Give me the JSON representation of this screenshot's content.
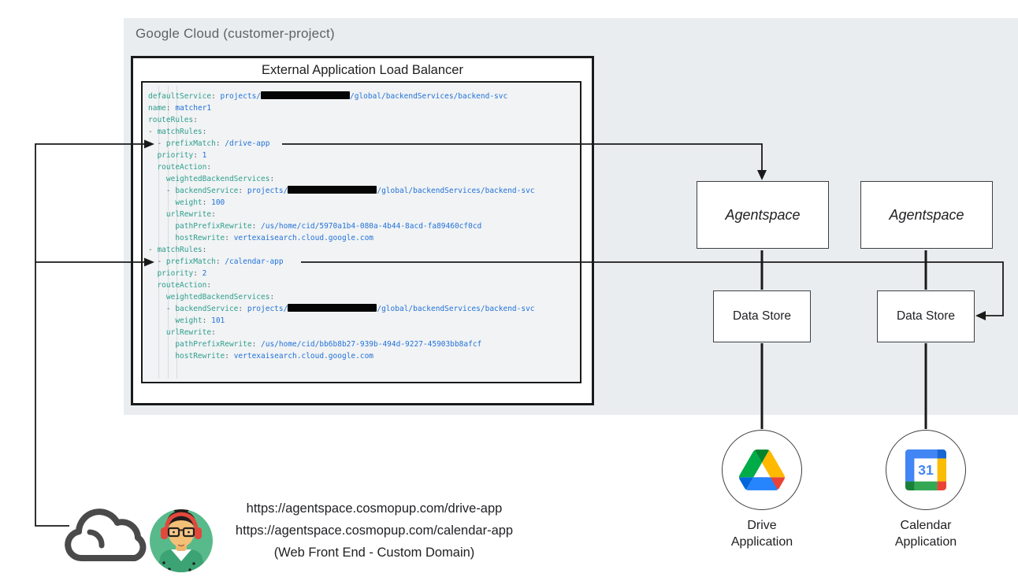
{
  "region": {
    "label": "Google Cloud (customer-project)"
  },
  "load_balancer": {
    "title": "External Application Load Balancer",
    "config": {
      "lines": [
        [
          [
            "k",
            "defaultService"
          ],
          [
            "p",
            ": "
          ],
          [
            "v",
            "projects/"
          ],
          [
            "r",
            ""
          ],
          [
            "v",
            "/global/backendServices/backend-svc"
          ]
        ],
        [
          [
            "k",
            "name"
          ],
          [
            "p",
            ": "
          ],
          [
            "v",
            "matcher1"
          ]
        ],
        [
          [
            "k",
            "routeRules"
          ],
          [
            "p",
            ":"
          ]
        ],
        [
          [
            "p",
            "- "
          ],
          [
            "k",
            "matchRules"
          ],
          [
            "p",
            ":"
          ]
        ],
        [
          [
            "p",
            "  - "
          ],
          [
            "k",
            "prefixMatch"
          ],
          [
            "p",
            ": "
          ],
          [
            "v",
            "/drive-app"
          ]
        ],
        [
          [
            "p",
            "  "
          ],
          [
            "k",
            "priority"
          ],
          [
            "p",
            ": "
          ],
          [
            "v",
            "1"
          ]
        ],
        [
          [
            "p",
            "  "
          ],
          [
            "k",
            "routeAction"
          ],
          [
            "p",
            ":"
          ]
        ],
        [
          [
            "p",
            "    "
          ],
          [
            "k",
            "weightedBackendServices"
          ],
          [
            "p",
            ":"
          ]
        ],
        [
          [
            "p",
            "    - "
          ],
          [
            "k",
            "backendService"
          ],
          [
            "p",
            ": "
          ],
          [
            "v",
            "projects/"
          ],
          [
            "r",
            ""
          ],
          [
            "v",
            "/global/backendServices/backend-svc"
          ]
        ],
        [
          [
            "p",
            "      "
          ],
          [
            "k",
            "weight"
          ],
          [
            "p",
            ": "
          ],
          [
            "v",
            "100"
          ]
        ],
        [
          [
            "p",
            "    "
          ],
          [
            "k",
            "urlRewrite"
          ],
          [
            "p",
            ":"
          ]
        ],
        [
          [
            "p",
            "      "
          ],
          [
            "k",
            "pathPrefixRewrite"
          ],
          [
            "p",
            ": "
          ],
          [
            "v",
            "/us/home/cid/5970a1b4-080a-4b44-8acd-fa89460cf0cd"
          ]
        ],
        [
          [
            "p",
            "      "
          ],
          [
            "k",
            "hostRewrite"
          ],
          [
            "p",
            ": "
          ],
          [
            "v",
            "vertexaisearch.cloud.google.com"
          ]
        ],
        [
          [
            "p",
            "- "
          ],
          [
            "k",
            "matchRules"
          ],
          [
            "p",
            ":"
          ]
        ],
        [
          [
            "p",
            "  - "
          ],
          [
            "k",
            "prefixMatch"
          ],
          [
            "p",
            ": "
          ],
          [
            "v",
            "/calendar-app"
          ]
        ],
        [
          [
            "p",
            "  "
          ],
          [
            "k",
            "priority"
          ],
          [
            "p",
            ": "
          ],
          [
            "v",
            "2"
          ]
        ],
        [
          [
            "p",
            "  "
          ],
          [
            "k",
            "routeAction"
          ],
          [
            "p",
            ":"
          ]
        ],
        [
          [
            "p",
            "    "
          ],
          [
            "k",
            "weightedBackendServices"
          ],
          [
            "p",
            ":"
          ]
        ],
        [
          [
            "p",
            "    - "
          ],
          [
            "k",
            "backendService"
          ],
          [
            "p",
            ": "
          ],
          [
            "v",
            "projects/"
          ],
          [
            "r",
            ""
          ],
          [
            "v",
            "/global/backendServices/backend-svc"
          ]
        ],
        [
          [
            "p",
            "      "
          ],
          [
            "k",
            "weight"
          ],
          [
            "p",
            ": "
          ],
          [
            "v",
            "101"
          ]
        ],
        [
          [
            "p",
            "    "
          ],
          [
            "k",
            "urlRewrite"
          ],
          [
            "p",
            ":"
          ]
        ],
        [
          [
            "p",
            "      "
          ],
          [
            "k",
            "pathPrefixRewrite"
          ],
          [
            "p",
            ": "
          ],
          [
            "v",
            "/us/home/cid/bb6b8b27-939b-494d-9227-45903bb8afcf"
          ]
        ],
        [
          [
            "p",
            "      "
          ],
          [
            "k",
            "hostRewrite"
          ],
          [
            "p",
            ": "
          ],
          [
            "v",
            "vertexaisearch.cloud.google.com"
          ]
        ]
      ]
    }
  },
  "agentspace1": {
    "label": "Agentspace"
  },
  "agentspace2": {
    "label": "Agentspace"
  },
  "datastore1": {
    "label": "Data Store"
  },
  "datastore2": {
    "label": "Data Store"
  },
  "drive_app": {
    "label": "Drive\nApplication"
  },
  "calendar_app": {
    "label": "Calendar\nApplication",
    "icon_number": "31"
  },
  "frontend": {
    "url_drive": "https://agentspace.cosmopup.com/drive-app",
    "url_calendar": "https://agentspace.cosmopup.com/calendar-app",
    "caption": "(Web Front End - Custom Domain)"
  },
  "icons": {
    "cloud": "cloud-icon",
    "user": "user-avatar-icon",
    "drive": "google-drive-icon",
    "calendar": "google-calendar-icon",
    "redacted": "redacted-black-bar"
  },
  "colors": {
    "region_bg": "#e9edf0",
    "code_bg": "#f1f3f4",
    "border_dark": "#1a1a1a",
    "box_border": "#3c4043",
    "key_teal": "#2e9e8e",
    "value_blue": "#2372d9",
    "punctuation": "#5f6368",
    "label_gray": "#5f6368",
    "text_dark": "#202124",
    "avatar_green": "#58ba8b",
    "shirt_green": "#3ca474",
    "cloud_gray": "#4a4a4a",
    "headphone_red": "#e2483c",
    "drive_blue": "#2684fc",
    "drive_green": "#00ac47",
    "drive_yellow": "#ffba00",
    "cal_blue": "#4285f4",
    "cal_dark_blue": "#1967d2",
    "cal_yellow": "#fbbc04",
    "cal_green": "#34a853",
    "cal_dark_green": "#188038",
    "cal_red": "#ea4335"
  }
}
